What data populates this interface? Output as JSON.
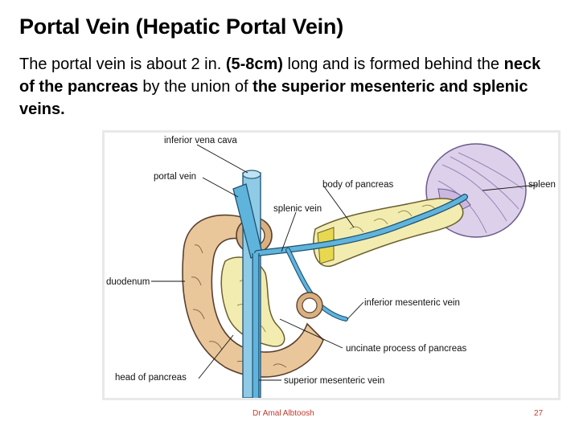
{
  "slide": {
    "title": "Portal Vein (Hepatic Portal Vein)",
    "body": {
      "t1": "The portal vein is about 2 in. ",
      "b1": "(5-8cm)",
      "t2": " long and is formed behind the ",
      "b2": "neck of the pancreas",
      "t3": " by the union of ",
      "b3": "the superior mesenteric and splenic veins."
    }
  },
  "figure": {
    "labels": {
      "ivc": "inferior vena cava",
      "portal": "portal vein",
      "body_pancreas": "body of pancreas",
      "spleen": "spleen",
      "splenic": "splenic vein",
      "duodenum": "duodenum",
      "imv": "inferior mesenteric vein",
      "uncinate": "uncinate process of pancreas",
      "head": "head of pancreas",
      "smv": "superior mesenteric vein"
    },
    "colors": {
      "vein": "#5fb4dc",
      "pancreas": "#f2ecb0",
      "duodenum": "#e9c79a",
      "spleen": "#ddd0ea"
    }
  },
  "footer": {
    "author": "Dr Amal Albtoosh",
    "page": "27"
  }
}
